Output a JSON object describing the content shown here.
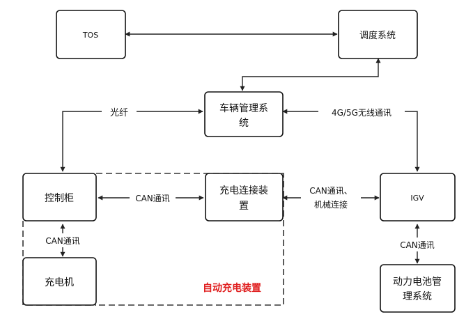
{
  "diagram": {
    "nodes": {
      "tos": "TOS",
      "dispatch": "调度系统",
      "vehicle_mgmt_line1": "车辆管理系",
      "vehicle_mgmt_line2": "统",
      "control_cabinet": "控制柜",
      "charge_connector_line1": "充电连接装",
      "charge_connector_line2": "置",
      "igv": "IGV",
      "charger": "充电机",
      "bms_line1": "动力电池管",
      "bms_line2": "理系统"
    },
    "edges": {
      "fiber": "光纤",
      "wireless": "4G/5G无线通讯",
      "can_cabinet_connector": "CAN通讯",
      "can_mech_line1": "CAN通讯、",
      "can_mech_line2": "机械连接",
      "can_cabinet_charger": "CAN通讯",
      "can_igv_bms": "CAN通讯"
    },
    "group": {
      "label": "自动充电装置",
      "color": "#e02020"
    }
  }
}
